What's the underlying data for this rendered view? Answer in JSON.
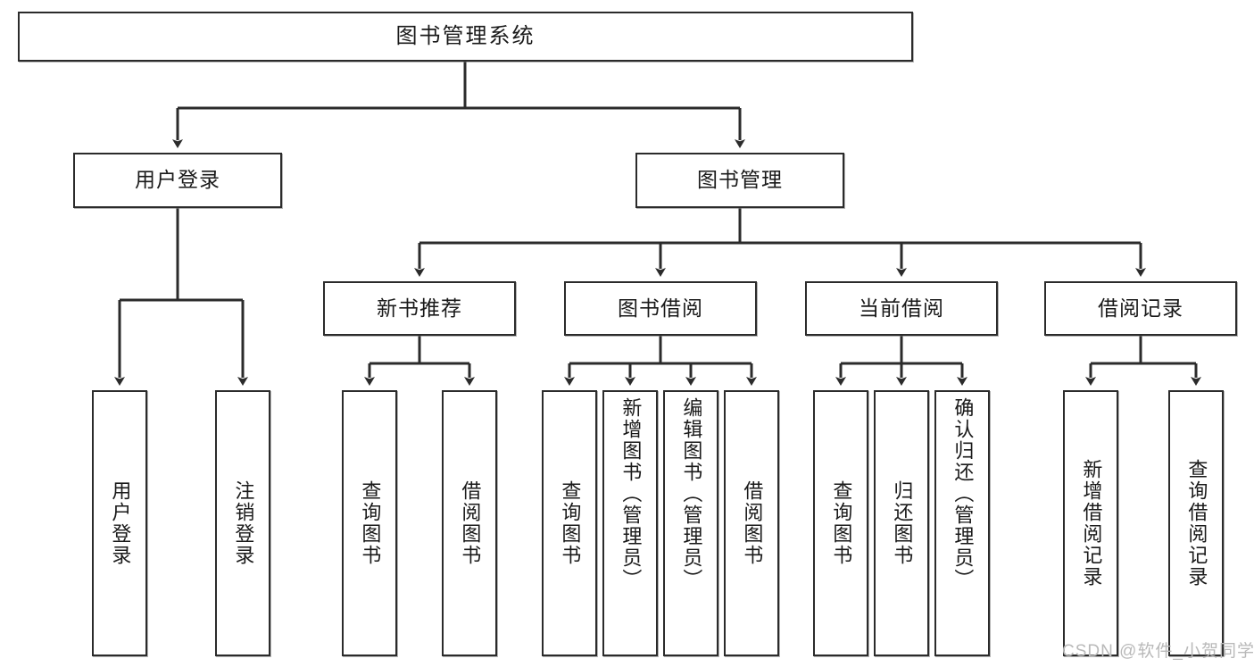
{
  "diagram": {
    "title": "图书管理系统",
    "type": "tree-hierarchy-chart",
    "watermark": "CSDN @软件_小贺同学",
    "colors": {
      "stroke": "#2b2b2b",
      "fill": "#ffffff",
      "text": "#1a1a1a",
      "watermark": "#b9b9b9"
    },
    "levels": {
      "root": {
        "label": "图书管理系统"
      },
      "level1": [
        {
          "label": "用户登录"
        },
        {
          "label": "图书管理"
        }
      ],
      "level2": [
        {
          "label": "新书推荐"
        },
        {
          "label": "图书借阅"
        },
        {
          "label": "当前借阅"
        },
        {
          "label": "借阅记录"
        }
      ]
    },
    "leaves": {
      "user_login": [
        {
          "label": "用户登录"
        },
        {
          "label": "注销登录"
        }
      ],
      "new_book_recommend": [
        {
          "label": "查询图书"
        },
        {
          "label": "借阅图书"
        }
      ],
      "book_borrow": [
        {
          "label": "查询图书"
        },
        {
          "label": "新增图书（管理员）"
        },
        {
          "label": "编辑图书（管理员）"
        },
        {
          "label": "借阅图书"
        }
      ],
      "current_borrow": [
        {
          "label": "查询图书"
        },
        {
          "label": "归还图书"
        },
        {
          "label": "确认归还（管理员）"
        }
      ],
      "borrow_record": [
        {
          "label": "新增借阅记录"
        },
        {
          "label": "查询借阅记录"
        }
      ]
    }
  }
}
